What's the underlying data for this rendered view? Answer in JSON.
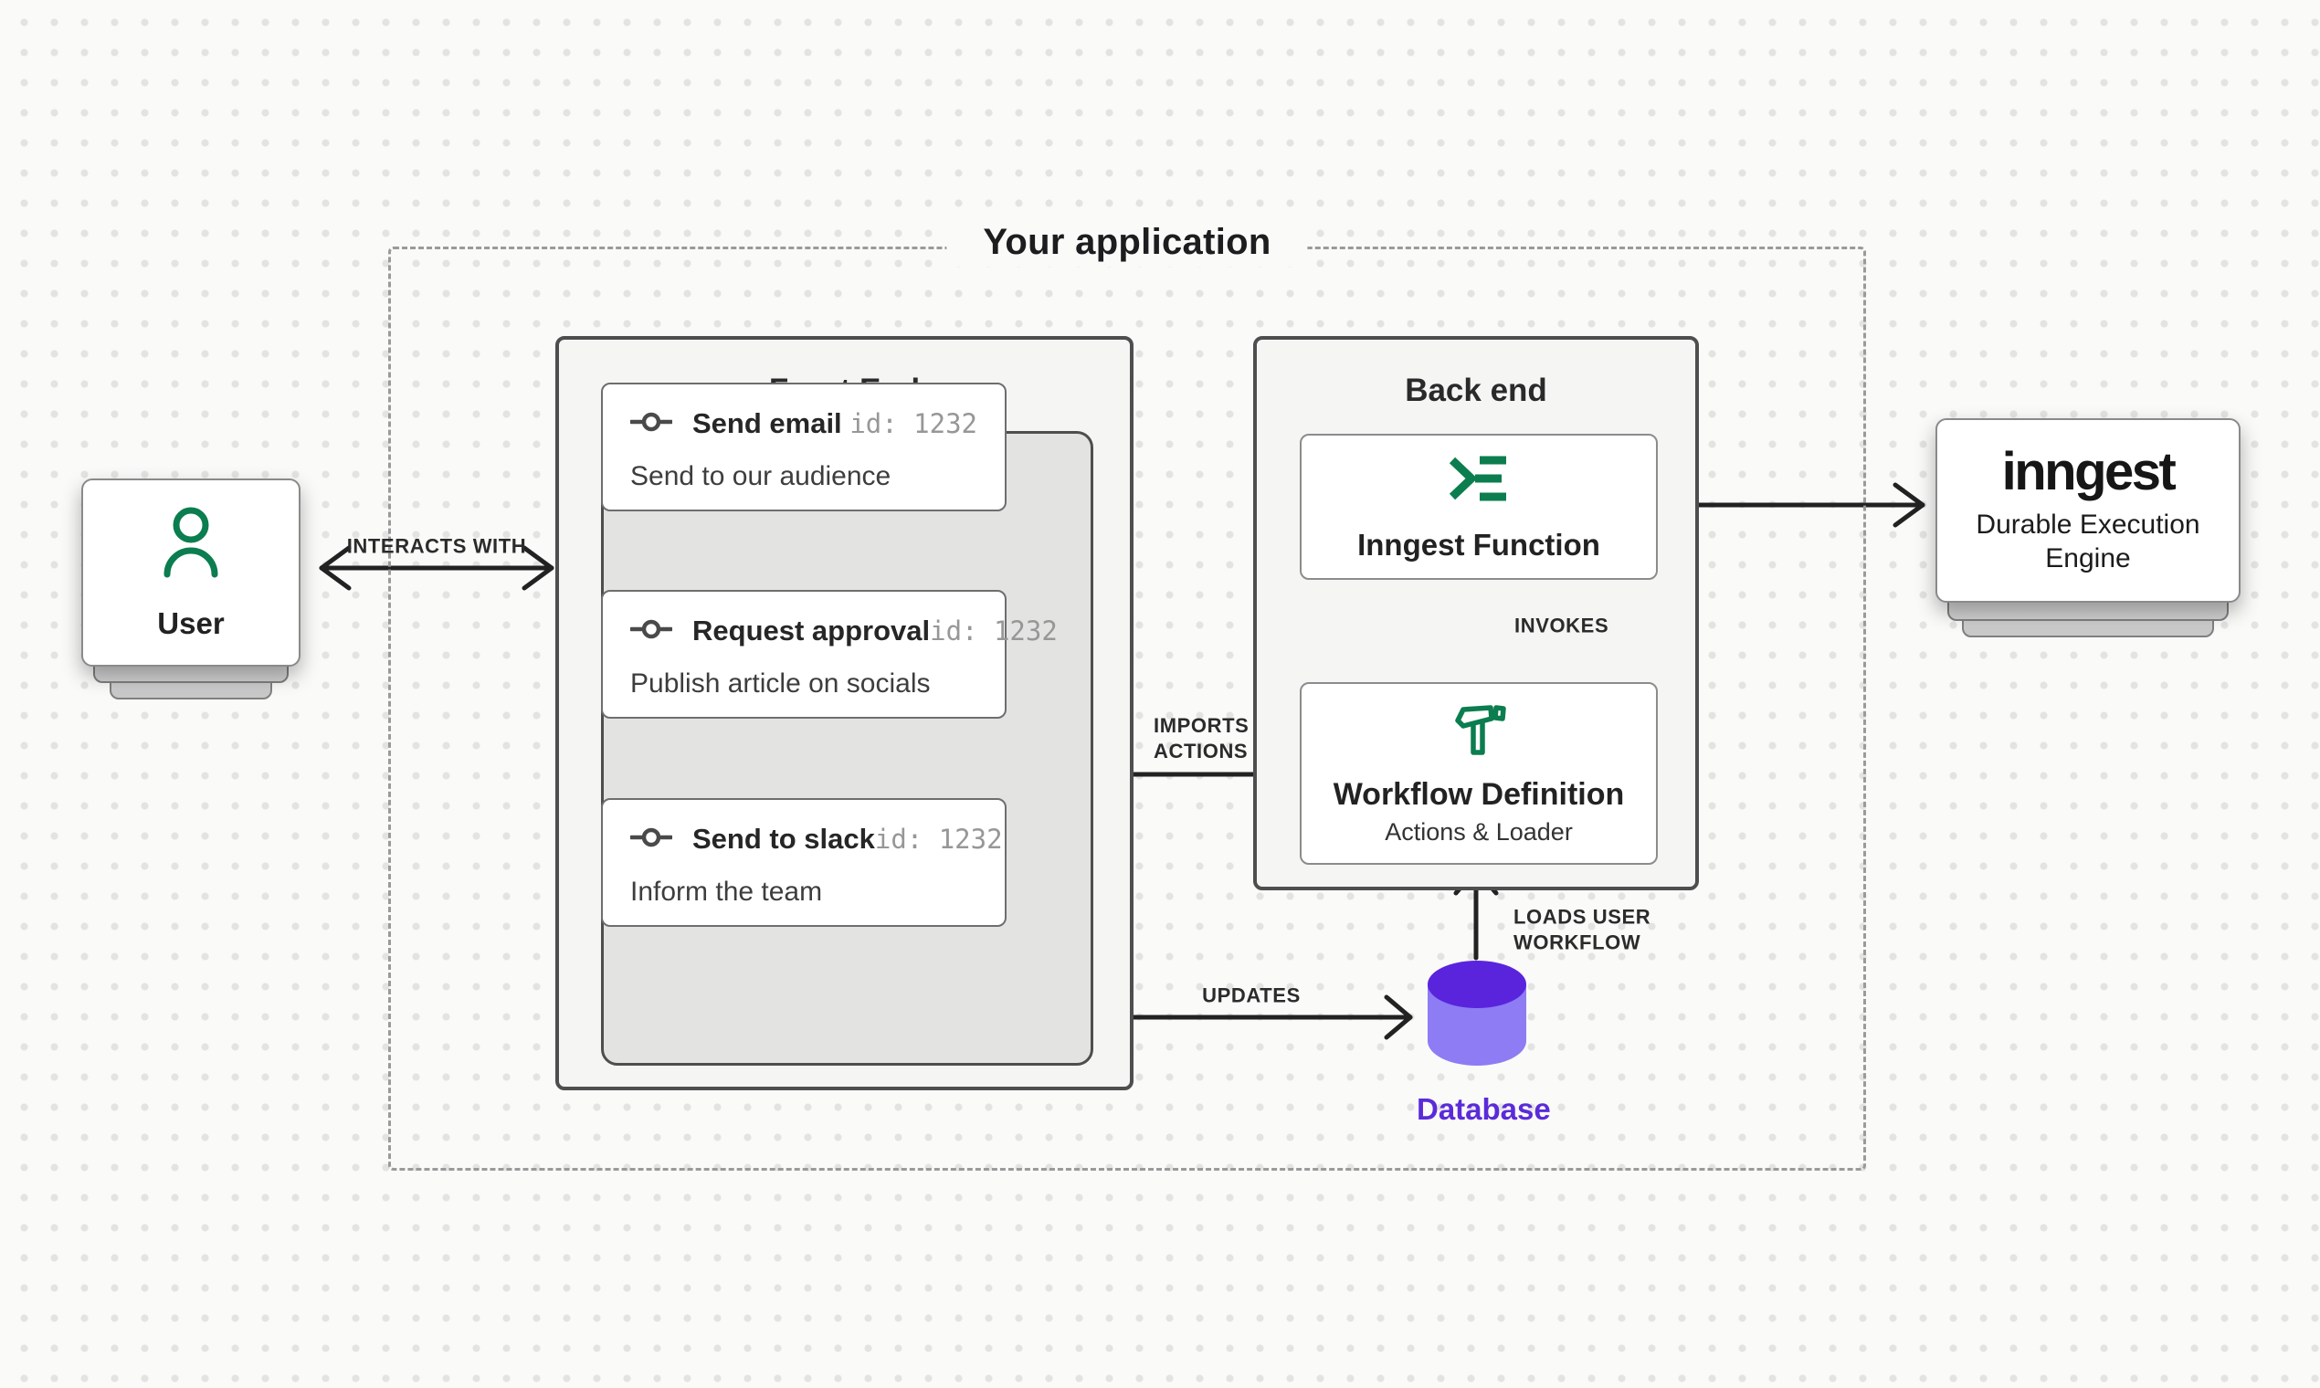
{
  "app_container": {
    "title": "Your application"
  },
  "user_node": {
    "label": "User"
  },
  "frontend": {
    "title": "Front End",
    "workflow_cards": [
      {
        "title": "Send email",
        "id_text": "id: 1232",
        "description": "Send to our audience"
      },
      {
        "title": "Request approval",
        "id_text": "id: 1232",
        "description": "Publish article on socials"
      },
      {
        "title": "Send to slack",
        "id_text": "id: 1232",
        "description": "Inform the team"
      }
    ]
  },
  "backend": {
    "title": "Back end",
    "inngest_function": {
      "label": "Inngest Function"
    },
    "workflow_definition": {
      "title": "Workflow Definition",
      "subtitle": "Actions & Loader"
    }
  },
  "inngest_node": {
    "logo": "inngest",
    "subtitle": "Durable Execution Engine"
  },
  "database": {
    "label": "Database"
  },
  "arrow_labels": {
    "interacts_with": "INTERACTS WITH",
    "invokes": "INVOKES",
    "imports_actions": "IMPORTS\nACTIONS",
    "loads_user_workflow": "LOADS USER\nWORKFLOW",
    "updates": "UPDATES"
  },
  "colors": {
    "brand_green": "#0b7d4f",
    "database_top": "#5a24dd",
    "database_body": "#8d7cf3",
    "database_label": "#5b2bd9",
    "arrow_black": "#222222",
    "arrow_gray": "#9c9c9c",
    "box_border": "#4e4e4e",
    "box_fill": "#f5f5f4",
    "inner_fill": "#e3e3e2"
  }
}
